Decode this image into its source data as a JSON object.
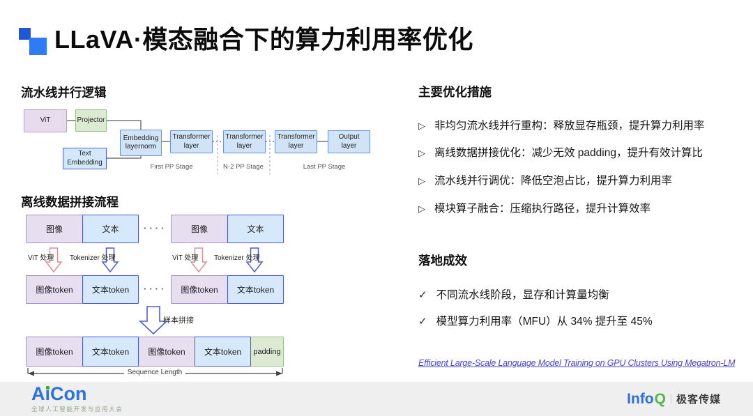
{
  "title": "LLaVA·模态融合下的算力利用率优化",
  "pipeline": {
    "heading": "流水线并行逻辑",
    "nodes": {
      "vit": "ViT",
      "projector": "Projector",
      "text_embedding": "Text Embedding",
      "embedding_layernorm": "Embedding\nlayernorm",
      "transformer": "Transformer\nlayer",
      "output": "Output\nlayer"
    },
    "stages": [
      "First PP Stage",
      "N-2 PP Stage",
      "Last PP Stage"
    ]
  },
  "dataflow": {
    "heading": "离线数据拼接流程",
    "labels": {
      "image": "图像",
      "text": "文本",
      "image_token": "图像token",
      "text_token": "文本token",
      "padding": "padding",
      "vit_process": "ViT 处理",
      "tokenizer_process": "Tokenizer 处理",
      "concat": "样本拼接",
      "sequence_length": "Sequence Length",
      "ellipsis": "····"
    }
  },
  "measures": {
    "heading": "主要优化措施",
    "bullet": "▷",
    "items": [
      "非均匀流水线并行重构：释放显存瓶颈，提升算力利用率",
      "离线数据拼接优化：减少无效 padding，提升有效计算比",
      "流水线并行调优：降低空泡占比，提升算力利用率",
      "模块算子融合：压缩执行路径，提升计算效率"
    ]
  },
  "results": {
    "heading": "落地成效",
    "bullet": "✓",
    "items": [
      "不同流水线阶段，显存和计算量均衡",
      "模型算力利用率（MFU）从 34% 提升至 45%"
    ]
  },
  "citation": "Efficient Large-Scale Language Model Training on GPU Clusters Using Megatron-LM",
  "footer": {
    "aicon_a": "A",
    "aicon_i": "ı",
    "aicon_rest": "Con",
    "aicon_tagline": "全球人工智能开发与应用大会",
    "infoq_blue": "Info",
    "infoq_green": "Q",
    "infoq_media": "极客传媒"
  },
  "colors": {
    "logo_blue_dark": "#1f57d8",
    "logo_blue_bright": "#2e7bf5",
    "purple_fill": "#e7def0",
    "purple_border": "#a78fc6",
    "blue_fill": "#d5e9fb",
    "blue_border": "#4757d9",
    "green_fill": "#dcead3",
    "green_border": "#94bf82",
    "pink_arrow": "#d4919b",
    "blue_arrow": "#4f5bd5",
    "link_blue": "#4645d6"
  }
}
